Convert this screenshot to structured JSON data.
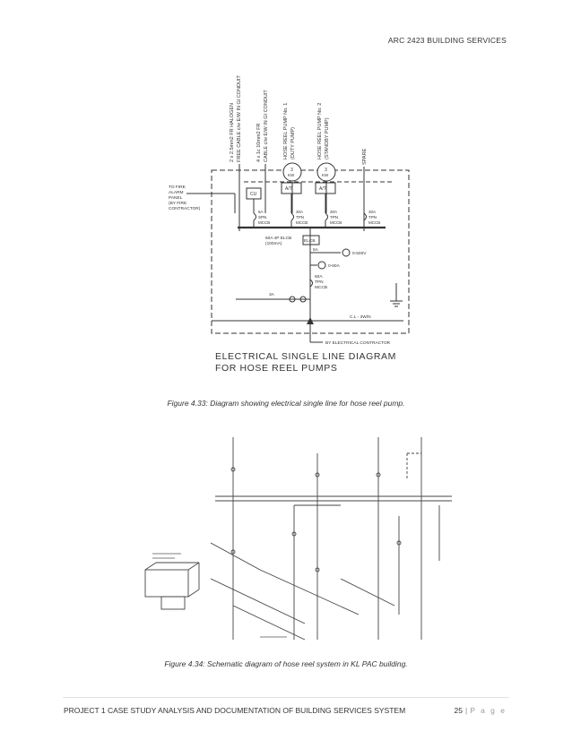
{
  "header": {
    "course": "ARC 2423 BUILDING SERVICES"
  },
  "figure1": {
    "caption": "Figure 4.33: Diagram showing electrical single line for hose reel pump.",
    "diagram_title_line1": "ELECTRICAL SINGLE LINE DIAGRAM",
    "diagram_title_line2": "FOR HOSE REEL PUMPS",
    "labels": {
      "cable1a": "2 x 2.5mm2 FR HALOGEN",
      "cable1b": "FREE CABLE c/w E/W IN GI CONDUIT",
      "cable2a": "4 x 1c 10mm2 FR",
      "cable2b": "CABLE c/w E/W IN GI CONDUIT",
      "pump1a": "HOSE REEL PUMP No. 1",
      "pump1b": "(DUTY PUMP)",
      "pump2a": "HOSE REEL PUMP No. 2",
      "pump2b": "(STANDBY PUMP)",
      "spare": "SPARE",
      "motor_value": "3",
      "motor_unit": "KW",
      "fire1": "TO FIRE",
      "fire2": "ALARM",
      "fire3": "PANEL",
      "fire4": "(BY FIRE",
      "fire5": "CONTRACTOR)",
      "cu": "CU",
      "at": "A/T",
      "m1a": "6A",
      "m1b": "SPN",
      "m1c": "MCCB",
      "m2a": "30A",
      "m2b": "TPN",
      "m2c": "MCCB",
      "elcb_rating": "60A 4P ELCB",
      "elcb_sens": "(100mA)",
      "elcb_box": "ELCB",
      "a5": "5A",
      "v500": "0-500V",
      "a60": "0-60A",
      "m60a": "60A",
      "m60b": "TPN",
      "m60c": "MCCB",
      "a3": "3A",
      "ct": "C.L - 3W/N",
      "elec": "BY ELECTRICAL CONTRACTOR"
    }
  },
  "figure2": {
    "caption": "Figure 4.34: Schematic diagram of hose reel system in KL PAC building."
  },
  "footer": {
    "title": "PROJECT 1 CASE STUDY ANALYSIS AND DOCUMENTATION OF BUILDING SERVICES SYSTEM",
    "page_number": "25",
    "separator": "|",
    "page_word": "P a g e"
  }
}
